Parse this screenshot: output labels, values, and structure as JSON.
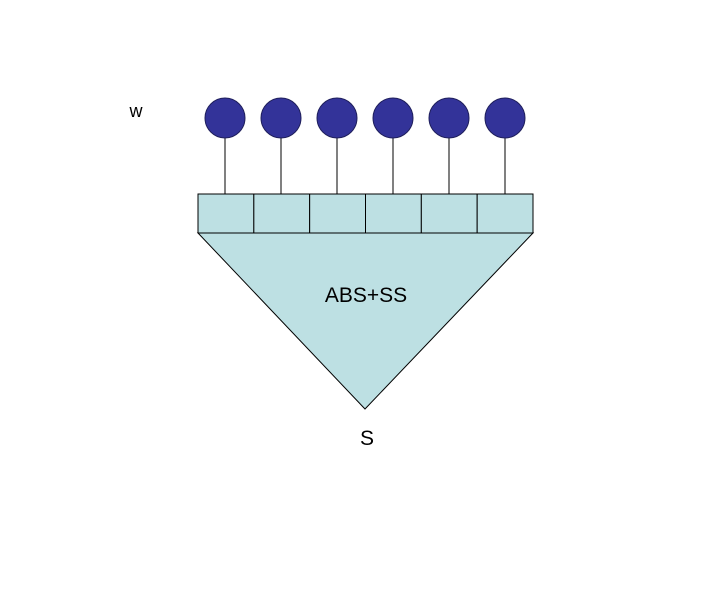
{
  "diagram": {
    "left_label": "w",
    "center_label": "ABS+SS",
    "bottom_label": "S",
    "node_count": 6,
    "cell_count": 6,
    "colors": {
      "node_fill": "#333399",
      "node_stroke": "#1f1f5c",
      "body_fill": "#bde0e3",
      "stroke": "#000000"
    }
  }
}
